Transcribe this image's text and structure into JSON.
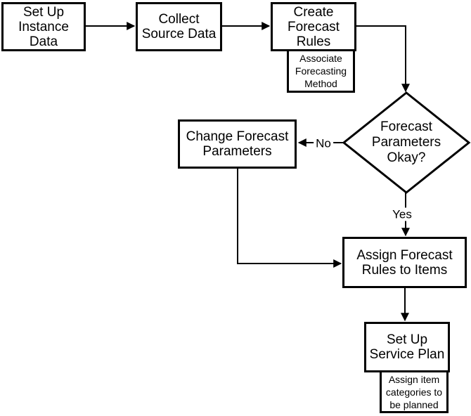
{
  "flowchart": {
    "boxes": {
      "set_up_instance_data": {
        "label": "Set Up\nInstance\nData"
      },
      "collect_source_data": {
        "label": "Collect\nSource Data"
      },
      "create_forecast_rules": {
        "label": "Create\nForecast\nRules"
      },
      "associate_forecasting_method": {
        "label": "Associate\nForecasting\nMethod"
      },
      "change_forecast_parameters": {
        "label": "Change Forecast\nParameters"
      },
      "assign_forecast_rules_to_items": {
        "label": "Assign Forecast\nRules to Items"
      },
      "set_up_service_plan": {
        "label": "Set Up\nService Plan"
      },
      "assign_item_categories": {
        "label": "Assign item\ncategories to\nbe planned"
      }
    },
    "decision": {
      "label": "Forecast\nParameters\nOkay?"
    },
    "edge_labels": {
      "no": "No",
      "yes": "Yes"
    },
    "colors": {
      "stroke": "#000000",
      "background": "#ffffff",
      "text": "#000000"
    }
  }
}
